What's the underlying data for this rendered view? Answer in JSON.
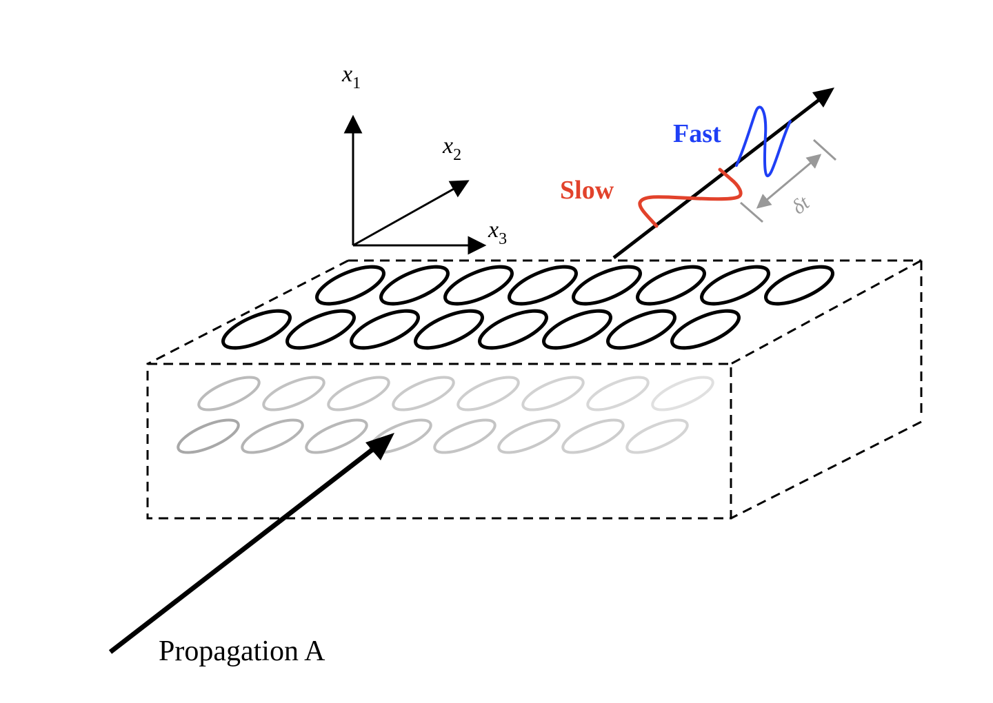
{
  "axes": {
    "x1": {
      "base": "x",
      "sub": "1"
    },
    "x2": {
      "base": "x",
      "sub": "2"
    },
    "x3": {
      "base": "x",
      "sub": "3"
    }
  },
  "labels": {
    "fast": "Fast",
    "slow": "Slow",
    "delay": "δt",
    "propagation": "Propagation A"
  },
  "colors": {
    "fast": "#1f3ff5",
    "slow": "#e2422b",
    "delay": "#999999",
    "ink": "#000000",
    "faded_ellipse": "#bdbdbd"
  }
}
